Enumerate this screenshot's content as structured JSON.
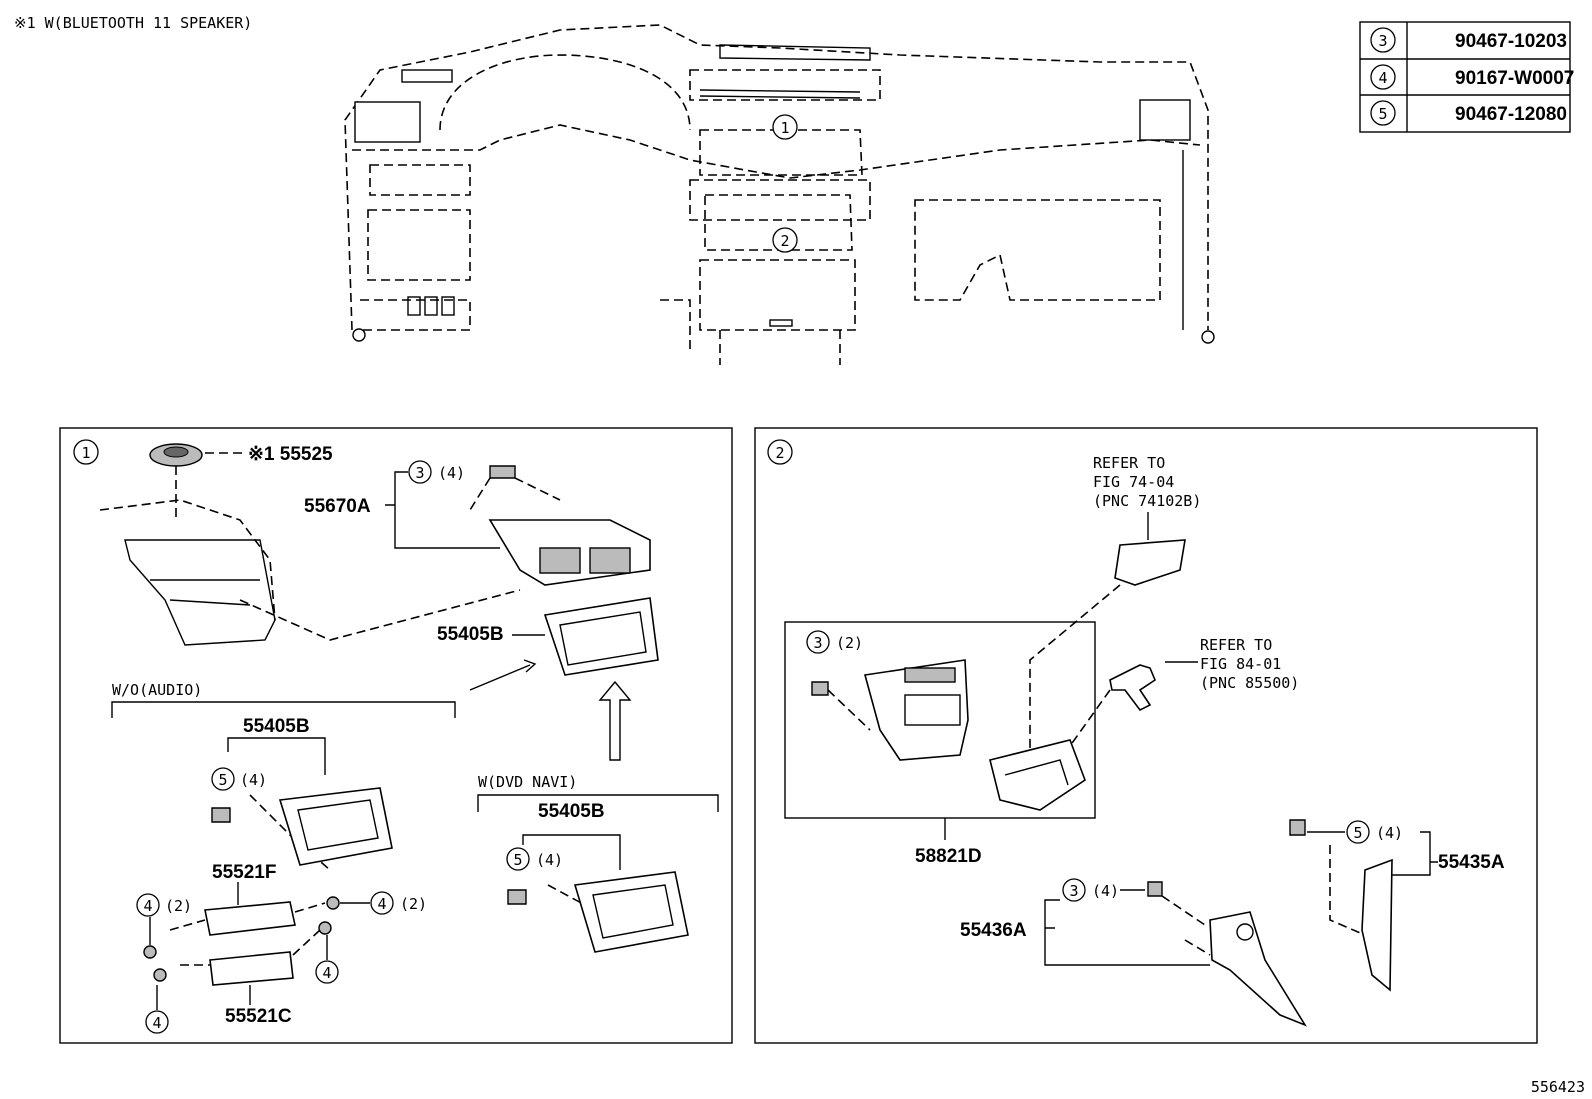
{
  "header_note": "※1 W(BLUETOOTH 11 SPEAKER)",
  "figure_number": "556423",
  "fastener_table": [
    {
      "ref": "3",
      "part_no": "90467-10203"
    },
    {
      "ref": "4",
      "part_no": "90167-W0007"
    },
    {
      "ref": "5",
      "part_no": "90467-12080"
    }
  ],
  "overview_callouts": {
    "c1": "1",
    "c2": "2"
  },
  "panel1": {
    "marker": "1",
    "speaker_label": "※1 55525",
    "vent_label": "55670A",
    "vent_qty": "(4)",
    "bezel_label": "55405B",
    "wo_audio": {
      "heading": "W/O(AUDIO)",
      "bezel_label": "55405B",
      "clip_qty": "(4)",
      "pocket_f": "55521F",
      "pocket_c": "55521C",
      "screw_qty_left": "(2)",
      "screw_qty_right": "(2)"
    },
    "dvd_navi": {
      "heading": "W(DVD NAVI)",
      "bezel_label": "55405B",
      "clip_qty": "(4)"
    }
  },
  "panel2": {
    "marker": "2",
    "refer_a": [
      "REFER TO",
      "FIG 74-04",
      "(PNC 74102B)"
    ],
    "refer_b": [
      "REFER TO",
      "FIG 84-01",
      "(PNC 85500)"
    ],
    "inset_qty": "(2)",
    "box_label": "58821D",
    "trim_right_label": "55435A",
    "trim_right_qty": "(4)",
    "trim_left_label": "55436A",
    "trim_left_qty": "(4)"
  },
  "fastener_ref_labels": {
    "r3": "3",
    "r4": "4",
    "r5": "5"
  }
}
